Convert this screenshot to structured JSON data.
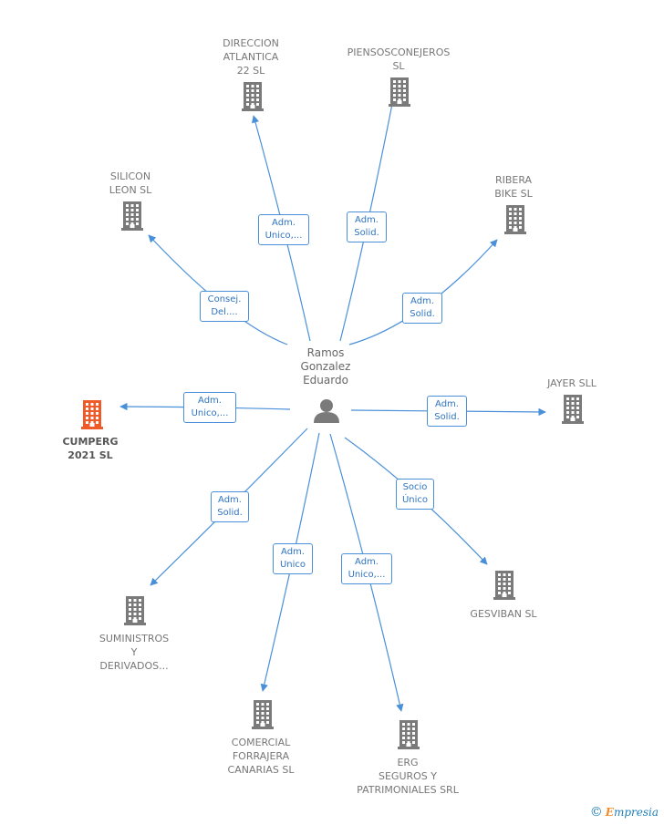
{
  "person": {
    "name_lines": [
      "Ramos",
      "Gonzalez",
      "Eduardo"
    ],
    "icon": "person-icon"
  },
  "companies": [
    {
      "id": "direccion",
      "lines": [
        "DIRECCION",
        "ATLANTICA",
        "22  SL"
      ],
      "role_lines": [
        "Adm.",
        "Unico,..."
      ],
      "color": "#7a7a7a",
      "icon": "building-icon"
    },
    {
      "id": "piensos",
      "lines": [
        "PIENSOSCONEJEROS",
        "SL"
      ],
      "role_lines": [
        "Adm.",
        "Solid."
      ],
      "color": "#7a7a7a",
      "icon": "building-icon"
    },
    {
      "id": "silicon",
      "lines": [
        "SILICON",
        "LEON SL"
      ],
      "role_lines": [
        "Consej.",
        "Del...."
      ],
      "color": "#7a7a7a",
      "icon": "building-icon"
    },
    {
      "id": "ribera",
      "lines": [
        "RIBERA",
        "BIKE  SL"
      ],
      "role_lines": [
        "Adm.",
        "Solid."
      ],
      "color": "#7a7a7a",
      "icon": "building-icon"
    },
    {
      "id": "cumperg",
      "lines": [
        "CUMPERG",
        "2021  SL"
      ],
      "role_lines": [
        "Adm.",
        "Unico,..."
      ],
      "color": "#f05a28",
      "active": true,
      "icon": "building-icon"
    },
    {
      "id": "jayer",
      "lines": [
        "JAYER SLL"
      ],
      "role_lines": [
        "Adm.",
        "Solid."
      ],
      "color": "#7a7a7a",
      "icon": "building-icon"
    },
    {
      "id": "gesviban",
      "lines": [
        "GESVIBAN SL"
      ],
      "role_lines": [
        "Socio",
        "Único"
      ],
      "color": "#7a7a7a",
      "icon": "building-icon"
    },
    {
      "id": "suministros",
      "lines": [
        "SUMINISTROS",
        "Y",
        "DERIVADOS..."
      ],
      "role_lines": [
        "Adm.",
        "Solid."
      ],
      "color": "#7a7a7a",
      "icon": "building-icon"
    },
    {
      "id": "comercial",
      "lines": [
        "COMERCIAL",
        "FORRAJERA",
        "CANARIAS SL"
      ],
      "role_lines": [
        "Adm.",
        "Unico"
      ],
      "color": "#7a7a7a",
      "icon": "building-icon"
    },
    {
      "id": "erg",
      "lines": [
        "ERG",
        "SEGUROS Y",
        "PATRIMONIALES SRL"
      ],
      "role_lines": [
        "Adm.",
        "Unico,..."
      ],
      "color": "#7a7a7a",
      "icon": "building-icon"
    }
  ],
  "colors": {
    "edge": "#4a90d9",
    "person": "#7a7a7a"
  },
  "watermark": {
    "symbol": "©",
    "brand_initial": "E",
    "brand_rest": "mpresia"
  }
}
